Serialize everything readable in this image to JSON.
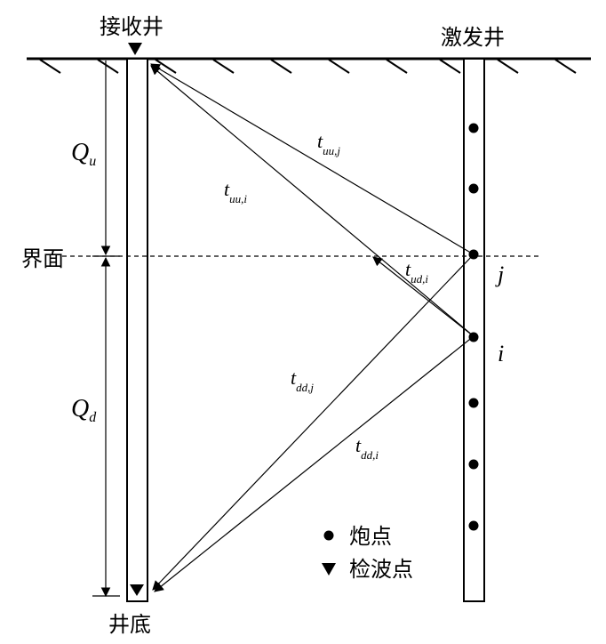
{
  "wells": {
    "receiver": "接收井",
    "source": "激发井",
    "bottom": "井底"
  },
  "interface_label": "界面",
  "zones": {
    "upper": {
      "main": "Q",
      "sub": "u"
    },
    "lower": {
      "main": "Q",
      "sub": "d"
    }
  },
  "points": {
    "j": "j",
    "i": "i"
  },
  "rays": {
    "tuu_j": {
      "main": "t",
      "sub": "uu,j"
    },
    "tuu_i": {
      "main": "t",
      "sub": "uu,i"
    },
    "tud_i": {
      "main": "t",
      "sub": "ud,i"
    },
    "tdd_j": {
      "main": "t",
      "sub": "dd,j"
    },
    "tdd_i": {
      "main": "t",
      "sub": "dd,i"
    }
  },
  "legend": {
    "shot": "炮点",
    "receiver": "检波点"
  }
}
